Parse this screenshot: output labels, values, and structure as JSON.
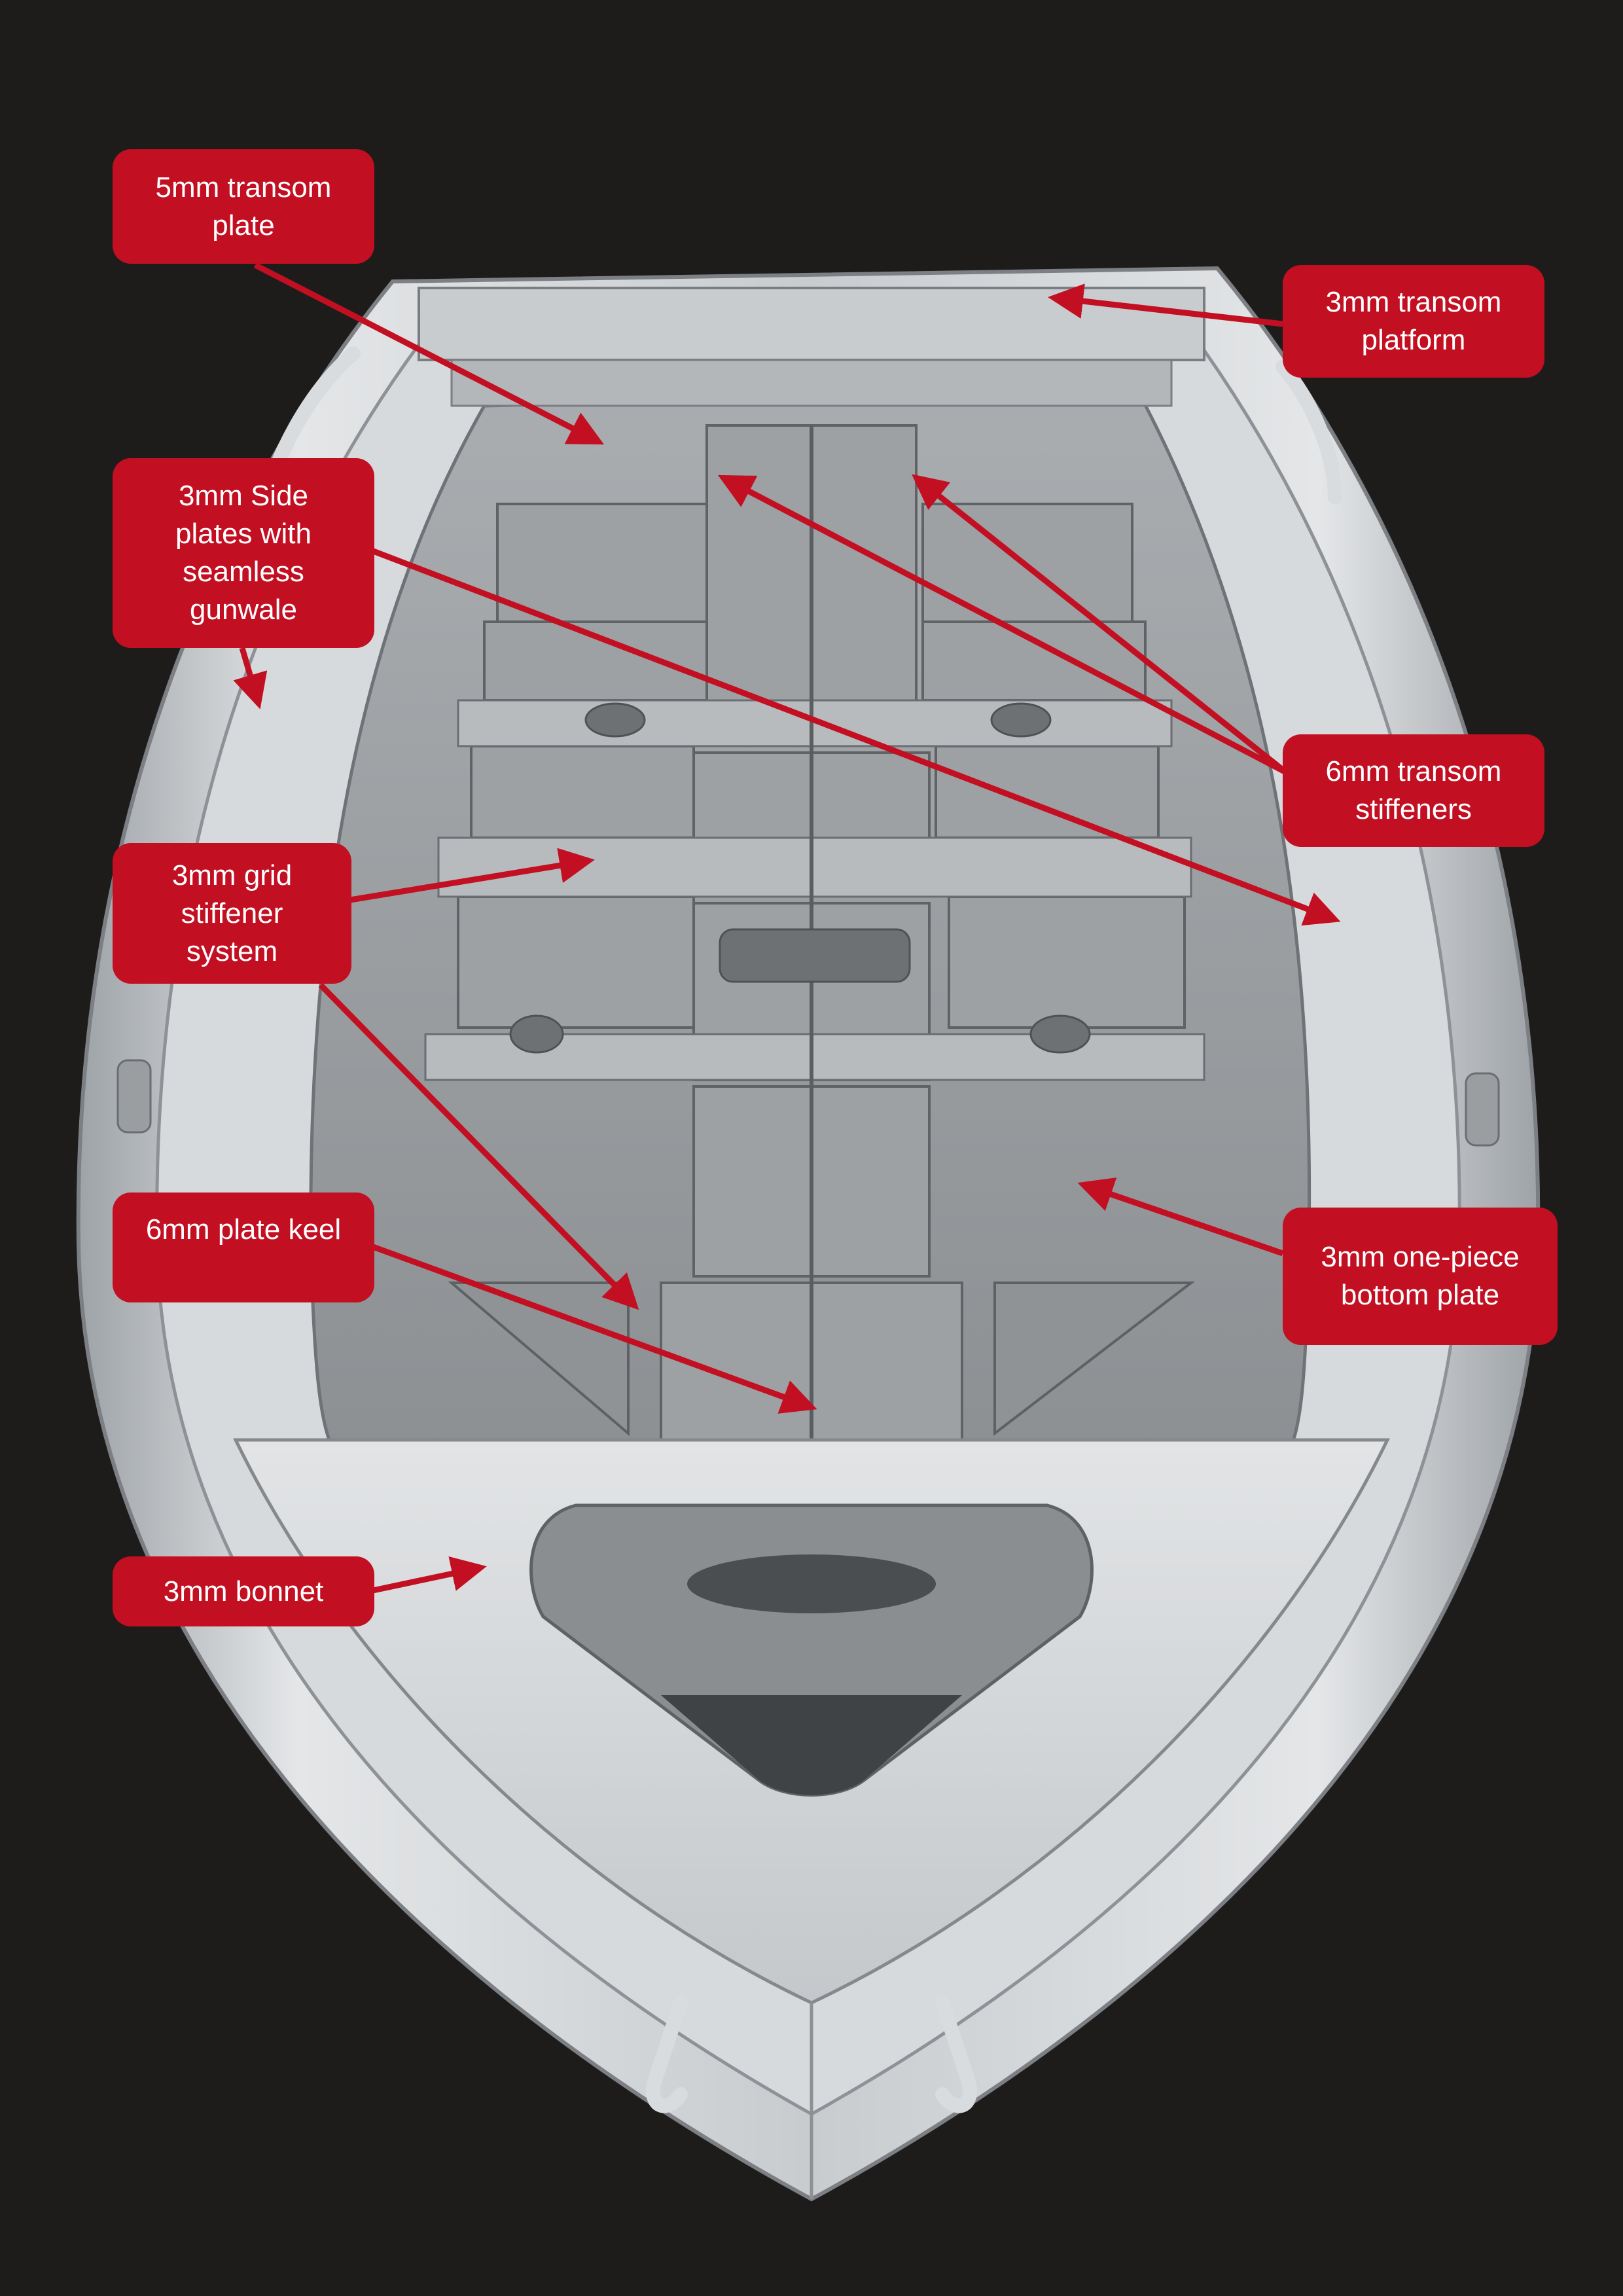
{
  "colors": {
    "background": "#1e1c1b",
    "callout": "#c30f22",
    "callout_text": "#ffffff",
    "arrow": "#c30f22",
    "hull": "#bfc3c6"
  },
  "callouts": {
    "transom_plate": "5mm transom\nplate",
    "transom_platform": "3mm transom\nplatform",
    "side_plates": "3mm Side\nplates with\nseamless\ngunwale",
    "transom_stiffeners": "6mm transom\nstiffeners",
    "grid_stiffener": "3mm grid\nstiffener\nsystem",
    "plate_keel": "6mm plate keel",
    "bottom_plate": "3mm one-piece\nbottom plate",
    "bonnet": "3mm bonnet"
  }
}
